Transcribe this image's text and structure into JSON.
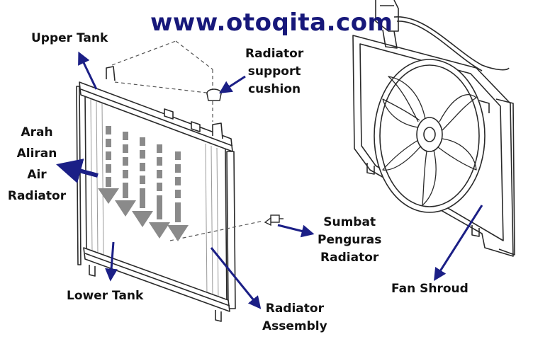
{
  "header": {
    "site": "www.otoqita.com"
  },
  "labels": {
    "upper_tank": "Upper Tank",
    "support_cushion": [
      "Radiator",
      "support",
      "cushion"
    ],
    "flow_direction": [
      "Arah",
      "Aliran",
      "Air",
      "Radiator"
    ],
    "drain_plug": [
      "Sumbat",
      "Penguras",
      "Radiator"
    ],
    "fan_shroud": "Fan Shroud",
    "lower_tank": "Lower Tank",
    "radiator_assembly": [
      "Radiator",
      "Assembly"
    ]
  },
  "colors": {
    "title": "#17187a",
    "arrow": "#1b1f86",
    "label": "#111111",
    "line_art": "#2a2a2a",
    "flow_arrows": "#8a8a8a"
  }
}
